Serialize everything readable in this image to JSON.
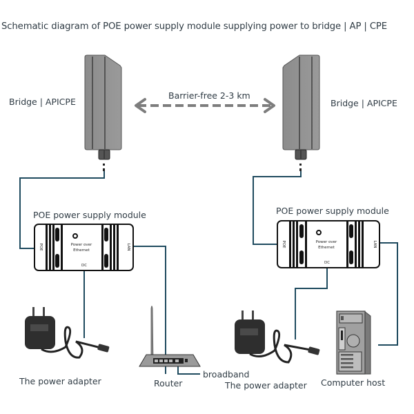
{
  "title": "Schematic diagram of POE power supply module supplying power to bridge | AP | CPE",
  "link": {
    "label": "Barrier-free 2-3 km"
  },
  "bridges": [
    {
      "label": "Bridge | APICPE"
    },
    {
      "label": "Bridge | APICPE"
    }
  ],
  "poe_modules": [
    {
      "label": "POE power supply module",
      "port_poe": "POE",
      "port_lan": "LAN",
      "port_dc": "DC",
      "center_line1": "Power over",
      "center_line2": "Ethernet"
    },
    {
      "label": "POE power supply module",
      "port_poe": "POE",
      "port_lan": "LAN",
      "port_dc": "DC",
      "center_line1": "Power over",
      "center_line2": "Ethernet"
    }
  ],
  "devices": {
    "adapter_left": "The power adapter",
    "router": "Router",
    "broadband": "broadband",
    "adapter_right": "The power adapter",
    "computer": "Computer host"
  },
  "colors": {
    "cable": "#1e4a5e",
    "device_gray": "#8a8a8a",
    "text": "#2f3b44",
    "arrow": "#7d7d7d"
  }
}
